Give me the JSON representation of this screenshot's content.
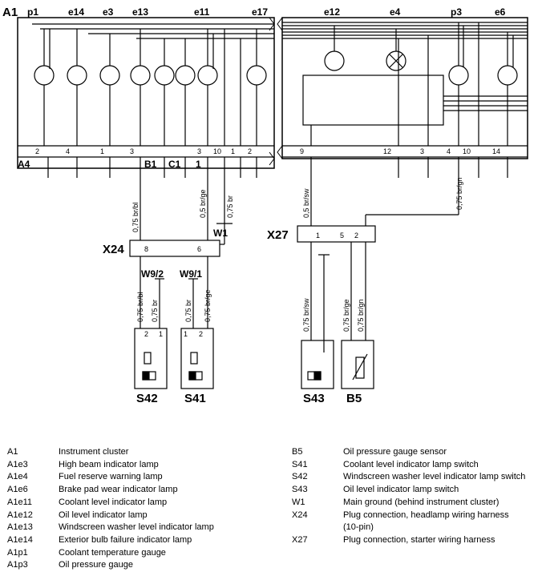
{
  "cluster": {
    "label": "A1",
    "a4_label": "A4",
    "b1": "B1",
    "c1": "C1",
    "one": "1",
    "top_labels": [
      "p1",
      "e14",
      "e3",
      "e13",
      "e11",
      "e17",
      "e12",
      "e4",
      "p3",
      "e6"
    ]
  },
  "left_pins": [
    "2",
    "4",
    "1",
    "3",
    "3",
    "10",
    "1",
    "2"
  ],
  "right_pins": [
    "9",
    "12",
    "3",
    "4",
    "10",
    "14"
  ],
  "wires": {
    "w_e13": "0,75 br/bl",
    "w_e11_a": "0,5 br/ge",
    "w_e11_b": "0,75 br",
    "w_e12": "0,5 br/sw",
    "w_p3": "0,75 br/gn",
    "w_s42_a": "0,75 br/bl",
    "w_s42_b": "0,75 br",
    "w_s41_a": "0,75 br",
    "w_s41_b": "0,75 br/ge",
    "w_s43": "0,75 br/sw",
    "w_b5_a": "0,75 br/ge",
    "w_b5_b": "0,75 br/gn"
  },
  "connectors": {
    "x24": "X24",
    "x24_pin_a": "8",
    "x24_pin_b": "6",
    "w1": "W1",
    "x27": "X27",
    "x27_pin_a": "1",
    "x27_pin_b": "5",
    "x27_pin_c": "2",
    "w92": "W9/2",
    "w91": "W9/1"
  },
  "switches": {
    "s42": "S42",
    "s41": "S41",
    "s43": "S43",
    "b5": "B5",
    "pin_2": "2",
    "pin_1": "1"
  },
  "legend_left": [
    {
      "code": "A1",
      "desc": "Instrument cluster"
    },
    {
      "code": "A1e3",
      "desc": "High beam indicator lamp"
    },
    {
      "code": "A1e4",
      "desc": "Fuel reserve warning lamp"
    },
    {
      "code": "A1e6",
      "desc": "Brake pad wear indicator lamp"
    },
    {
      "code": "A1e11",
      "desc": "Coolant level indicator lamp"
    },
    {
      "code": "A1e12",
      "desc": "Oil level indicator lamp"
    },
    {
      "code": "A1e13",
      "desc": "Windscreen washer level indicator lamp"
    },
    {
      "code": "A1e14",
      "desc": "Exterior bulb failure indicator lamp"
    },
    {
      "code": "A1p1",
      "desc": "Coolant temperature gauge"
    },
    {
      "code": "A1p3",
      "desc": "Oil pressure gauge"
    }
  ],
  "legend_right": [
    {
      "code": "B5",
      "desc": "Oil pressure gauge sensor"
    },
    {
      "code": "S41",
      "desc": "Coolant level indicator lamp switch"
    },
    {
      "code": "S42",
      "desc": "Windscreen washer level indicator lamp switch"
    },
    {
      "code": "S43",
      "desc": "Oil level indicator lamp switch"
    },
    {
      "code": "W1",
      "desc": "Main ground (behind instrument cluster)"
    },
    {
      "code": "X24",
      "desc": "Plug connection, headlamp wiring harness"
    },
    {
      "code": "",
      "desc": "(10-pin)"
    },
    {
      "code": "X27",
      "desc": "Plug connection, starter wiring harness"
    }
  ]
}
